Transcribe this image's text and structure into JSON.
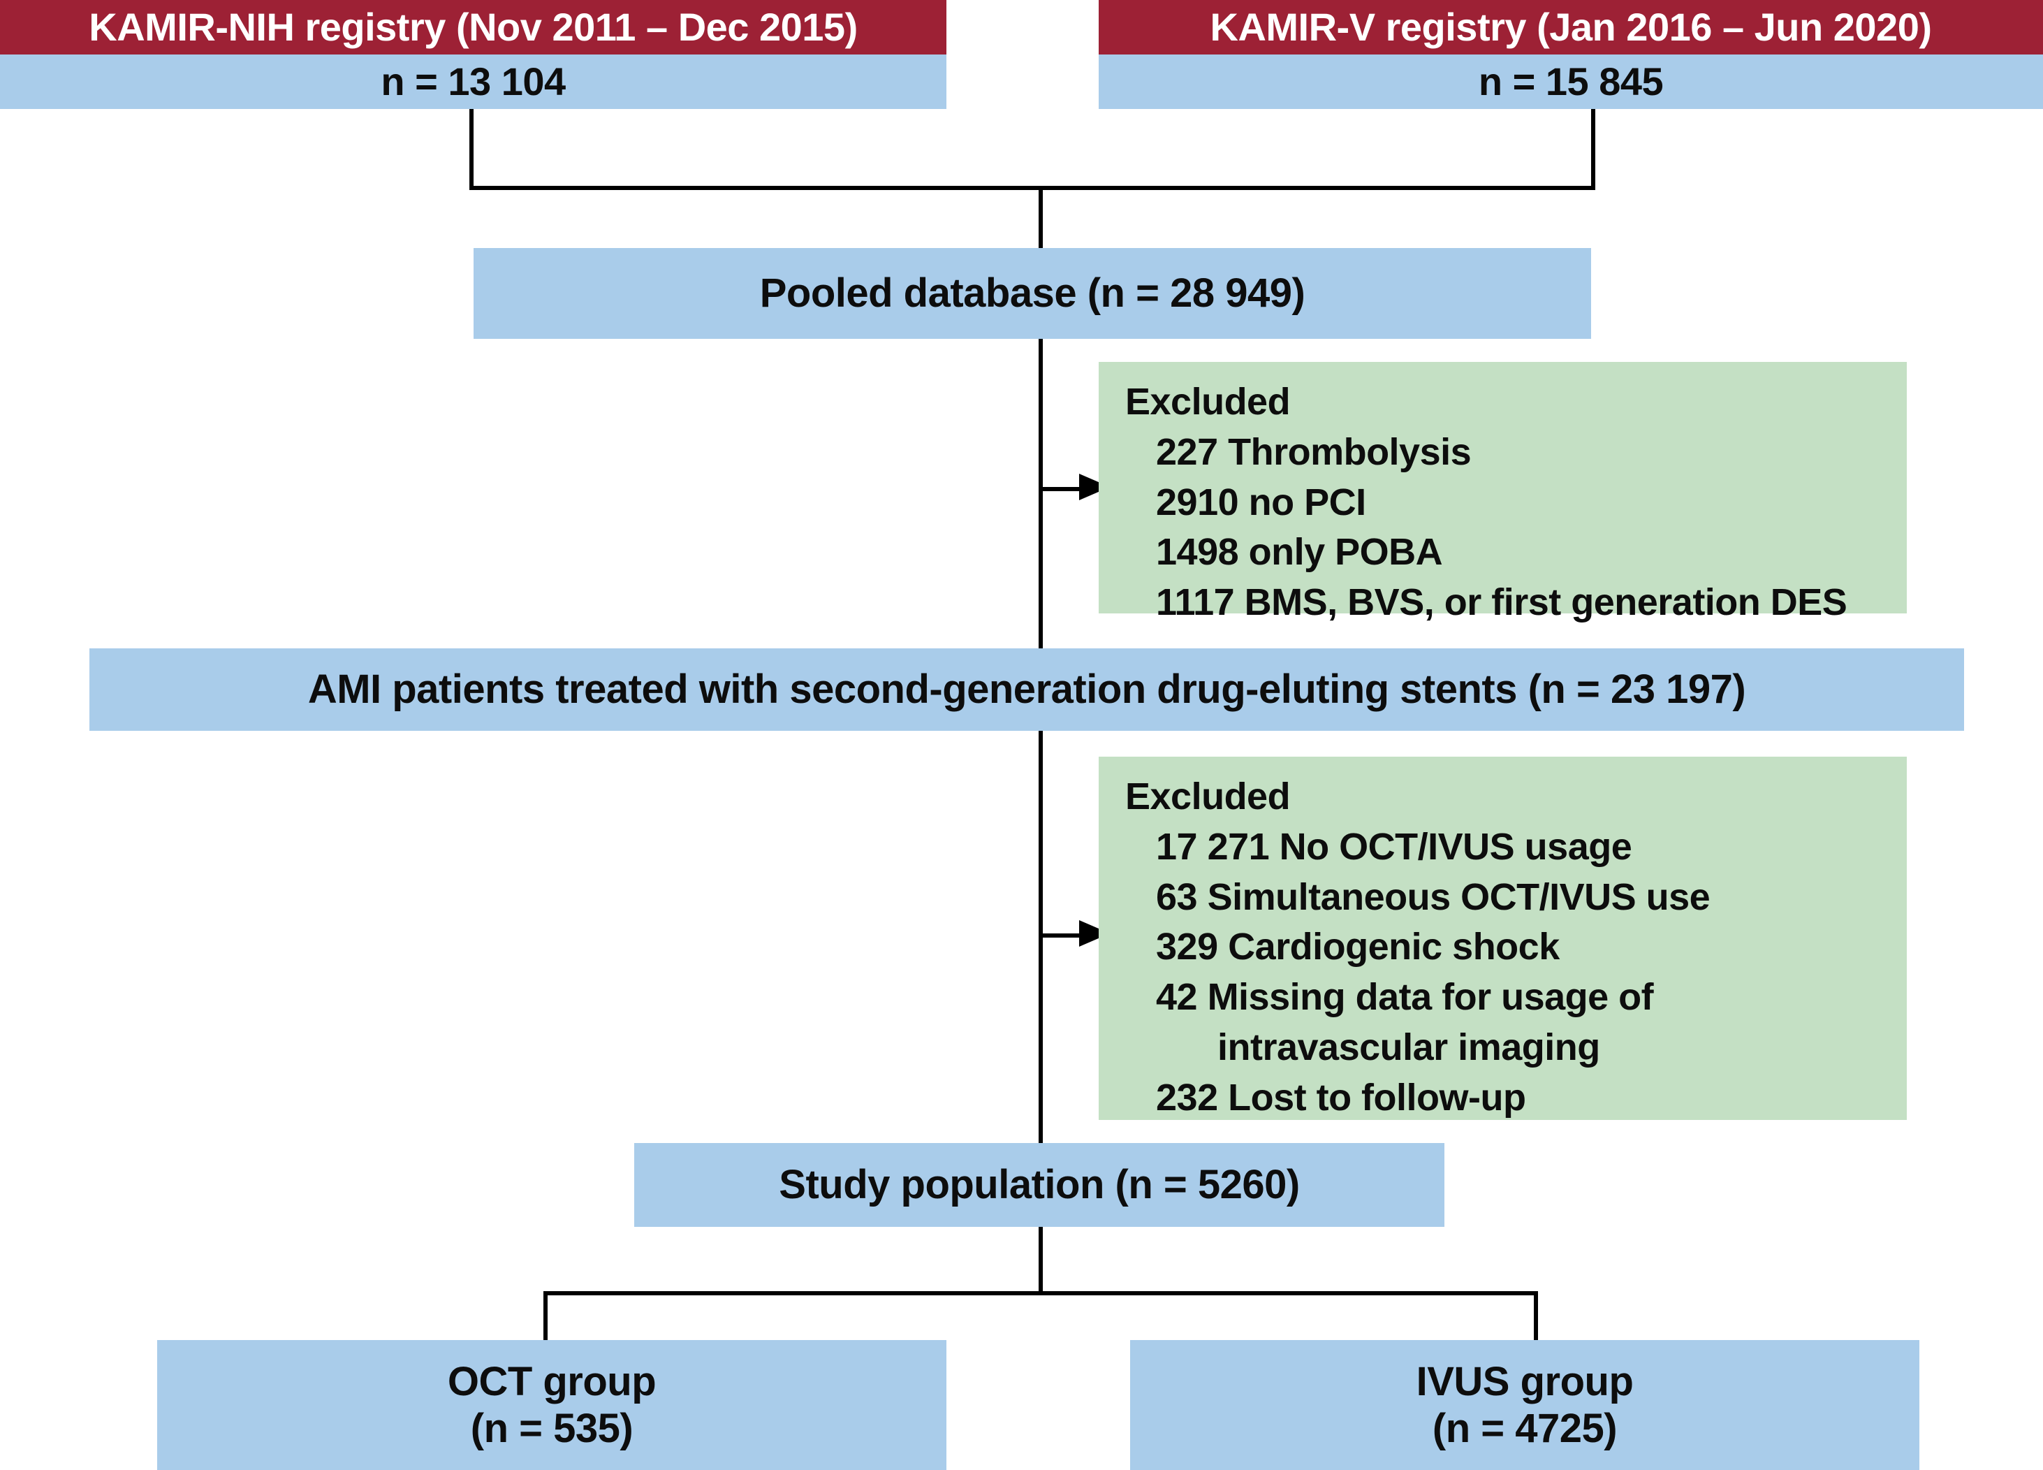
{
  "figure": {
    "type": "study-flow-diagram",
    "colors": {
      "header_red": "#9d2135",
      "node_blue": "#a9ccea",
      "exclusion_green": "#c4e0c4",
      "connector_black": "#000000",
      "header_text": "#ffffff",
      "body_text": "#0d0d0d"
    }
  },
  "registries": {
    "left": {
      "title": "KAMIR-NIH registry (Nov 2011 – Dec 2015)",
      "count": "n = 13 104"
    },
    "right": {
      "title": "KAMIR-V registry (Jan 2016 – Jun 2020)",
      "count": "n = 15 845"
    }
  },
  "pooled": {
    "label": "Pooled database (n = 28 949)"
  },
  "exclusion_1": {
    "heading": "Excluded",
    "items": [
      "227 Thrombolysis",
      "2910 no PCI",
      "1498 only POBA",
      "1117 BMS, BVS, or first generation DES"
    ]
  },
  "eligible": {
    "label": "AMI patients treated with second-generation drug-eluting stents (n = 23 197)"
  },
  "exclusion_2": {
    "heading": "Excluded",
    "items": [
      "17 271 No OCT/IVUS usage",
      "63 Simultaneous OCT/IVUS use",
      "329 Cardiogenic shock",
      "42 Missing data for usage of",
      "232 Lost to follow-up"
    ],
    "item_4_continuation": "intravascular imaging"
  },
  "study_population": {
    "label": "Study population  (n = 5260)"
  },
  "groups": {
    "oct": {
      "name": "OCT group",
      "count": "(n = 535)"
    },
    "ivus": {
      "name": "IVUS group",
      "count": "(n = 4725)"
    }
  }
}
